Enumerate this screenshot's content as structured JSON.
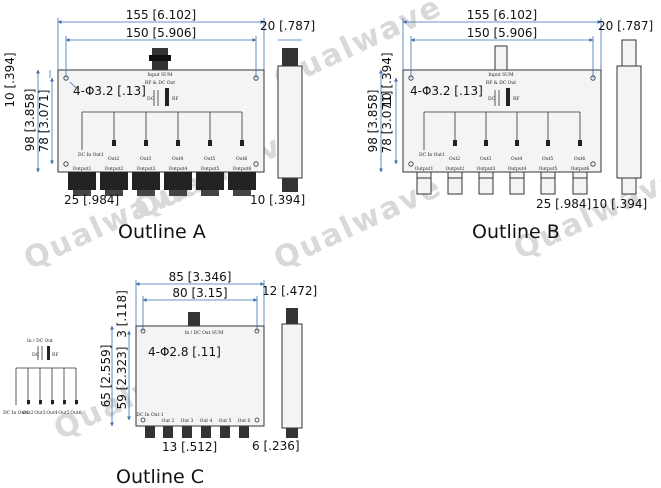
{
  "watermark": "Qualwave",
  "outline_a": {
    "title": "Outline A",
    "dim_total_width": "155 [6.102]",
    "dim_hole_span": "150 [5.906]",
    "dim_top_offset": "10 [.394]",
    "dim_height": "98 [3.858]",
    "dim_hole_height": "78 [3.071]",
    "dim_holes": "4-Φ3.2 [.13]",
    "dim_pitch": "25 [.984]",
    "side_width": "20 [.787]",
    "side_bottom": "10 [.394]",
    "labels": {
      "input": "Input SUM",
      "rf_dc": "RF & DC Out",
      "dc": "DC",
      "rf": "RF",
      "dc_in": "DC In Out1",
      "outs": [
        "Out2",
        "Out3",
        "Out4",
        "Out5",
        "Out6"
      ],
      "ports": [
        "Output1",
        "Output2",
        "Output3",
        "Output4",
        "Output5",
        "Output6"
      ]
    }
  },
  "outline_b": {
    "title": "Outline B",
    "dim_total_width": "155 [6.102]",
    "dim_hole_span": "150 [5.906]",
    "dim_top_offset": "10 [.394]",
    "dim_height": "98 [3.858]",
    "dim_hole_height": "78 [3.071]",
    "dim_holes": "4-Φ3.2 [.13]",
    "dim_pitch": "25 [.984]",
    "side_width": "20 [.787]",
    "side_bottom": "10 [.394]",
    "labels": {
      "input": "Input SUM",
      "rf_dc": "RF & DC Out",
      "dc": "DC",
      "rf": "RF",
      "dc_in": "DC In Out1",
      "outs": [
        "Out2",
        "Out3",
        "Out4",
        "Out5",
        "Out6"
      ],
      "ports": [
        "Output1",
        "Output2",
        "Output3",
        "Output4",
        "Output5",
        "Output6"
      ]
    }
  },
  "outline_c": {
    "title": "Outline C",
    "dim_total_width": "85 [3.346]",
    "dim_hole_span": "80 [3.15]",
    "dim_top_offset": "3 [.118]",
    "dim_height": "65 [2.559]",
    "dim_hole_height": "59 [2.323]",
    "dim_holes": "4-Φ2.8 [.11]",
    "dim_pitch": "13 [.512]",
    "side_width": "12 [.472]",
    "side_bottom": "6 [.236]",
    "labels": {
      "input": "In / DC Out SUM",
      "dc_in": "DC In Out 1",
      "outs": [
        "Out 2",
        "Out 3",
        "Out 4",
        "Out 5",
        "Out 6"
      ],
      "sch_outs": [
        "DC In Out1",
        "Out2",
        "Out3",
        "Out4",
        "Out5",
        "Out6"
      ],
      "sch_top": "In / DC Out",
      "dc": "DC",
      "rf": "RF"
    }
  }
}
